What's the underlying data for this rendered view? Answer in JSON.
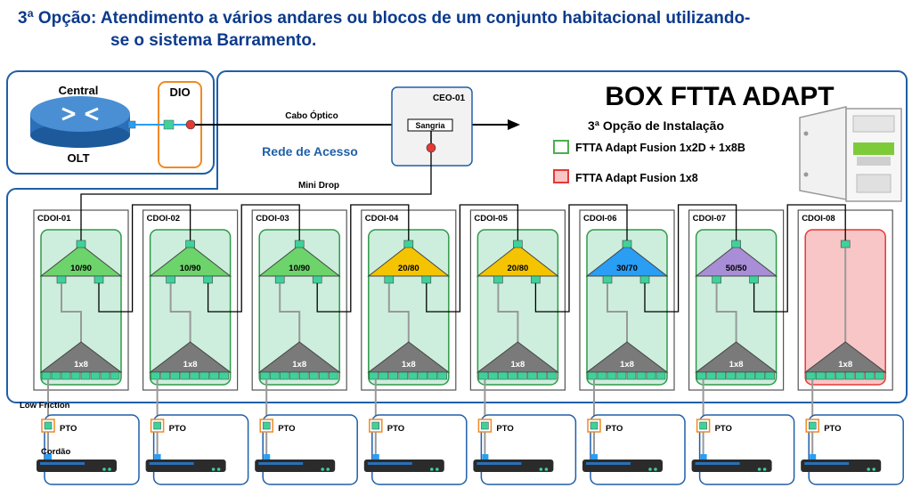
{
  "title": {
    "line1": "3ª Opção: Atendimento a vários andares ou blocos de um conjunto habitacional utilizando-",
    "line2": "se o sistema Barramento."
  },
  "central": {
    "label_top": "Central",
    "label_bottom": "OLT",
    "dio_label": "DIO"
  },
  "cabo_label": "Cabo Óptico",
  "rede_label": "Rede de Acesso",
  "ceo": {
    "label": "CEO-01",
    "sangria": "Sangria"
  },
  "mini_drop": "Mini Drop",
  "box": {
    "title": "BOX FTTA ADAPT",
    "subtitle": "3ª Opção de Instalação",
    "legend": [
      {
        "label": "FTTA Adapt Fusion 1x2D + 1x8B",
        "color": "#4caf50",
        "fill": "#ffffff"
      },
      {
        "label": "FTTA Adapt Fusion 1x8",
        "color": "#e53935",
        "fill": "#f8c6c6"
      }
    ]
  },
  "cdoi": [
    {
      "label": "CDOI-01",
      "ratio": "10/90",
      "color": "#6dd36b"
    },
    {
      "label": "CDOI-02",
      "ratio": "10/90",
      "color": "#6dd36b"
    },
    {
      "label": "CDOI-03",
      "ratio": "10/90",
      "color": "#6dd36b"
    },
    {
      "label": "CDOI-04",
      "ratio": "20/80",
      "color": "#f5c400"
    },
    {
      "label": "CDOI-05",
      "ratio": "20/80",
      "color": "#f5c400"
    },
    {
      "label": "CDOI-06",
      "ratio": "30/70",
      "color": "#2a9df4"
    },
    {
      "label": "CDOI-07",
      "ratio": "50/50",
      "color": "#a88ed6"
    },
    {
      "label": "CDOI-08",
      "ratio": "",
      "color": ""
    }
  ],
  "splitter_label": "1x8",
  "pto_label": "PTO",
  "low_friction": "Low Friction",
  "cordao": "Cordão"
}
